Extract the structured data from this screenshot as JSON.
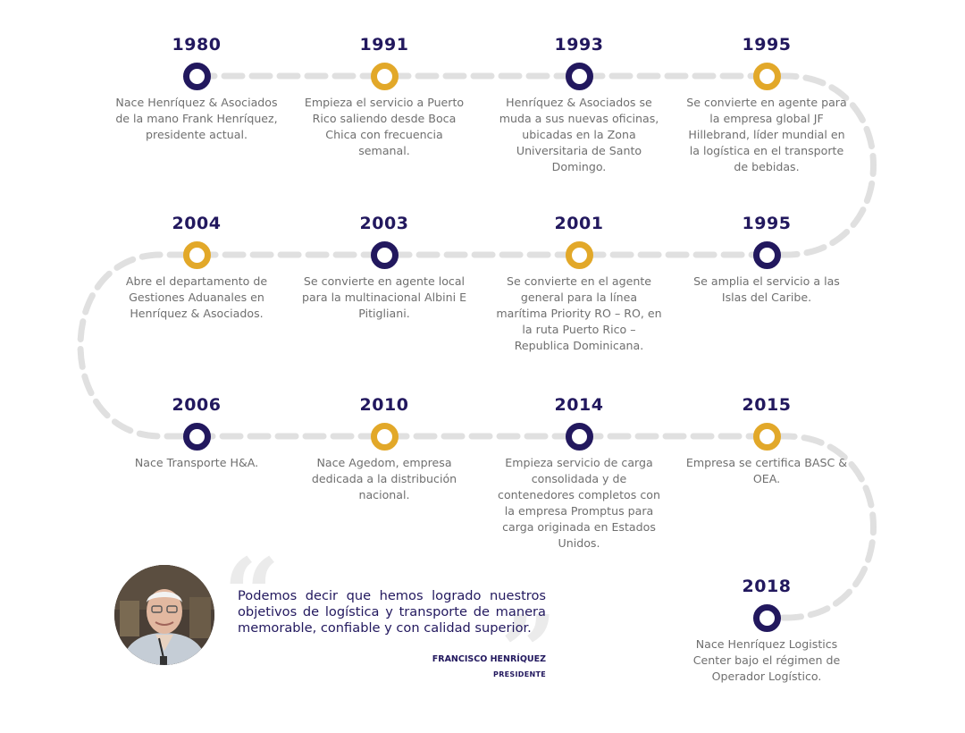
{
  "milestones": [
    {
      "year": "1980",
      "accent": "navy",
      "text": "Nace Henríquez & Asociados de la mano Frank Henríquez, presidente actual."
    },
    {
      "year": "1991",
      "accent": "gold",
      "text": "Empieza el servicio a Puerto Rico saliendo desde Boca Chica con frecuencia semanal."
    },
    {
      "year": "1993",
      "accent": "navy",
      "text": "Henríquez & Asociados se muda a sus nuevas oficinas, ubicadas en la Zona Universitaria de Santo Domingo."
    },
    {
      "year": "1995",
      "accent": "gold",
      "text": "Se convierte en agente para la empresa global JF Hillebrand, líder mundial en la logística en el transporte de bebidas."
    },
    {
      "year": "2004",
      "accent": "gold",
      "text": "Abre el departamento de Gestiones Aduanales en Henríquez & Asociados."
    },
    {
      "year": "2003",
      "accent": "navy",
      "text": "Se convierte en agente local para la multinacional Albini E Pitigliani."
    },
    {
      "year": "2001",
      "accent": "gold",
      "text": "Se convierte en el agente general para la línea marítima Priority RO – RO, en la ruta Puerto Rico – Republica Dominicana."
    },
    {
      "year": "1995",
      "accent": "navy",
      "text": "Se amplia el servicio a las Islas del Caribe."
    },
    {
      "year": "2006",
      "accent": "navy",
      "text": "Nace Transporte H&A."
    },
    {
      "year": "2010",
      "accent": "gold",
      "text": "Nace Agedom, empresa dedicada a la distribución nacional."
    },
    {
      "year": "2014",
      "accent": "navy",
      "text": "Empieza servicio de carga consolidada y de contenedores completos con la empresa Promptus para carga originada en Estados Unidos."
    },
    {
      "year": "2015",
      "accent": "gold",
      "text": "Empresa se certifica BASC & OEA."
    },
    {
      "year": "2018",
      "accent": "navy",
      "text": "Nace Henríquez Logistics Center bajo el régimen de Operador Logístico."
    }
  ],
  "quote": {
    "text": "Podemos decir que hemos logrado nuestros objetivos de logística y transporte de manera memorable, confiable y con calidad superior.",
    "author": "FRANCISCO HENRÍQUEZ",
    "role": "PRESIDENTE"
  },
  "colors": {
    "navy": "#22185e",
    "gold": "#e2a829",
    "path": "#e0e0e0",
    "text": "#6f6f6f"
  }
}
